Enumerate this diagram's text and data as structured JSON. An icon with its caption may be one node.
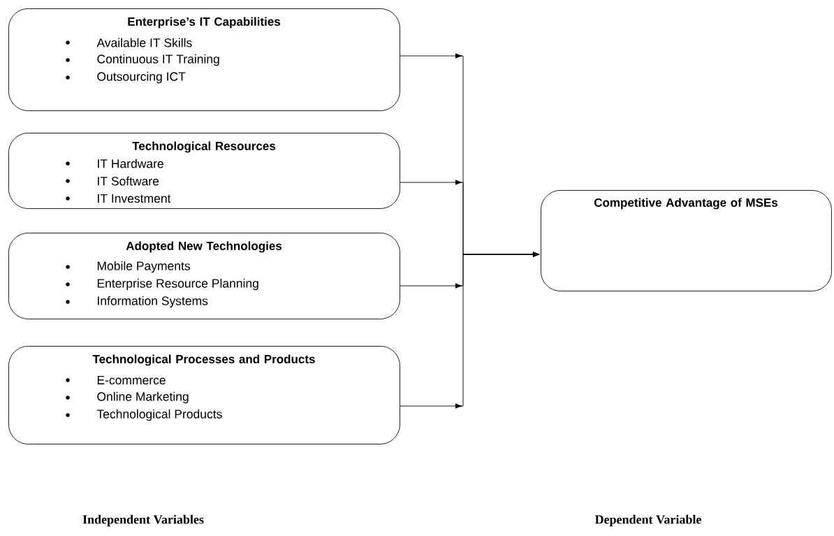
{
  "diagram": {
    "nodes": [
      {
        "text": [
          "Enterprise’s IT Capabilities",
          "Available IT Skills",
          "Continuous IT Training",
          "Outsourcing ICT"
        ]
      },
      {
        "text": [
          "Technological Resources",
          "IT Hardware",
          "IT Software",
          "IT Investment"
        ]
      },
      {
        "text": [
          "Adopted New Technologies",
          "Mobile Payments",
          "Enterprise Resource Planning",
          "Information Systems"
        ]
      },
      {
        "text": [
          "Technological Processes and Products",
          "E-commerce",
          "Online Marketing",
          "Technological Products"
        ]
      },
      {
        "text": [
          "Competitive Advantage of MSEs"
        ]
      }
    ],
    "edges": [
      {
        "from": 0,
        "to": 4,
        "arrow": "to"
      },
      {
        "from": 1,
        "to": 4,
        "arrow": "to"
      },
      {
        "from": 2,
        "to": 4,
        "arrow": "to"
      },
      {
        "from": 3,
        "to": 4,
        "arrow": "to"
      }
    ],
    "labels": [
      "Independent Variables",
      "Dependent Variable"
    ]
  }
}
